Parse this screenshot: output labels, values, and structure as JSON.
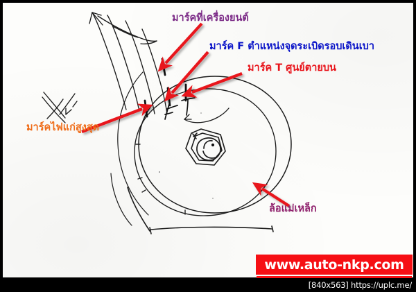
{
  "image": {
    "background_color": "#000000",
    "paper_color": "#fdfdfb",
    "type": "hand-drawn-diagram"
  },
  "labels": [
    {
      "id": "engine-mark",
      "text": "มาร์คที่เครื่องยนต์",
      "color": "#7b2a86",
      "meaning": "mark on engine",
      "arrow_color": "#e8131a"
    },
    {
      "id": "f-mark",
      "text": "มาร์ค F ตำแหน่งจุดระเบิดรอบเดินเบา",
      "color": "#0a14c8",
      "meaning": "F mark - idle ignition timing position",
      "arrow_color": "#e8131a"
    },
    {
      "id": "t-mark",
      "text": "มาร์ค T ศูนย์ตายบน",
      "color": "#e8131a",
      "meaning": "T mark - top dead centre",
      "arrow_color": "#e8131a"
    },
    {
      "id": "max-advance",
      "text": "มาร์คไฟแก่สูงสุด",
      "color": "#ef6c18",
      "meaning": "maximum ignition advance mark",
      "arrow_color": "#e8131a"
    },
    {
      "id": "flywheel",
      "text": "ล้อแม่เหล็ก",
      "color": "#8e1f6b",
      "meaning": "magneto flywheel",
      "arrow_color": "#e8131a"
    }
  ],
  "drawing_marks": {
    "f_letter": "F",
    "t_letter": "T"
  },
  "watermark": {
    "text": "www.auto-nkp.com",
    "background_color": "#f60f14",
    "text_color": "#ffffff"
  },
  "footer": {
    "text": "[840x563] https://uplc.me/",
    "background_color": "#000000",
    "text_color": "#ffffff"
  }
}
